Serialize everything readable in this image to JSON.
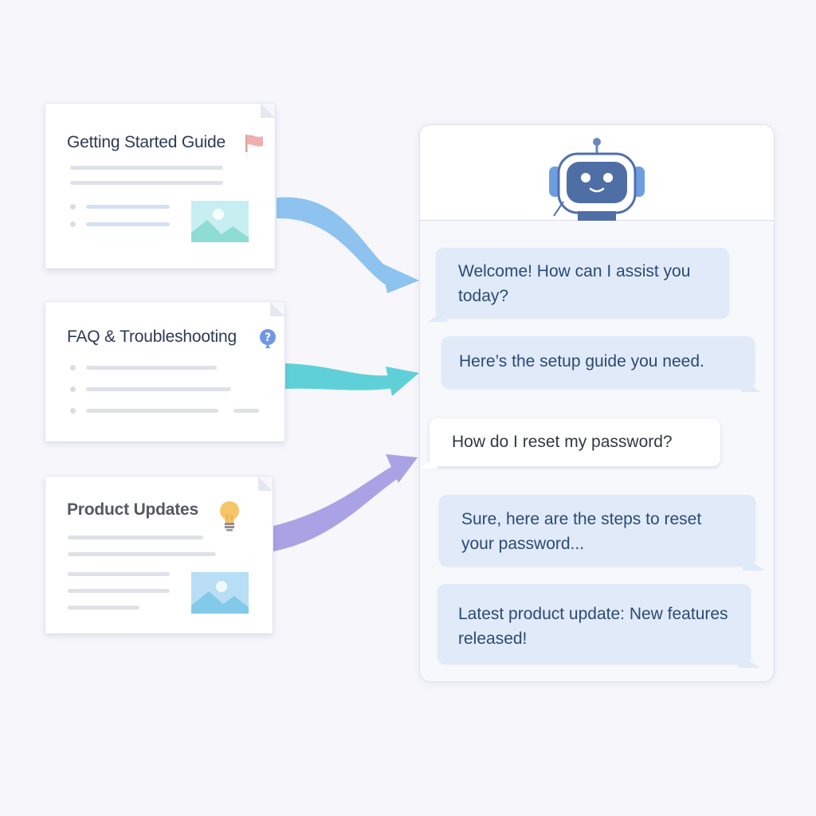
{
  "documents": [
    {
      "title": "Getting Started Guide",
      "icon": "flag-icon"
    },
    {
      "title": "FAQ & Troubleshooting",
      "icon": "question-mark-icon"
    },
    {
      "title": "Product Updates",
      "icon": "lightbulb-icon"
    }
  ],
  "chat": {
    "avatar_icon": "robot-icon",
    "messages": [
      {
        "role": "bot",
        "text": "Welcome! How can I assist you today?"
      },
      {
        "role": "bot",
        "text": "Here’s the setup guide you need."
      },
      {
        "role": "user",
        "text": "How do I reset my password?"
      },
      {
        "role": "bot",
        "text": "Sure, here are the steps to reset  your password..."
      },
      {
        "role": "bot",
        "text": "Latest product update: New features released!"
      }
    ]
  },
  "colors": {
    "arrow_1": "#8ec3ef",
    "arrow_2": "#5fd0d8",
    "arrow_3": "#a9a2e4",
    "bot_bubble": "#e0eaf8",
    "user_bubble": "#ffffff",
    "text_dark": "#2c3a55"
  }
}
